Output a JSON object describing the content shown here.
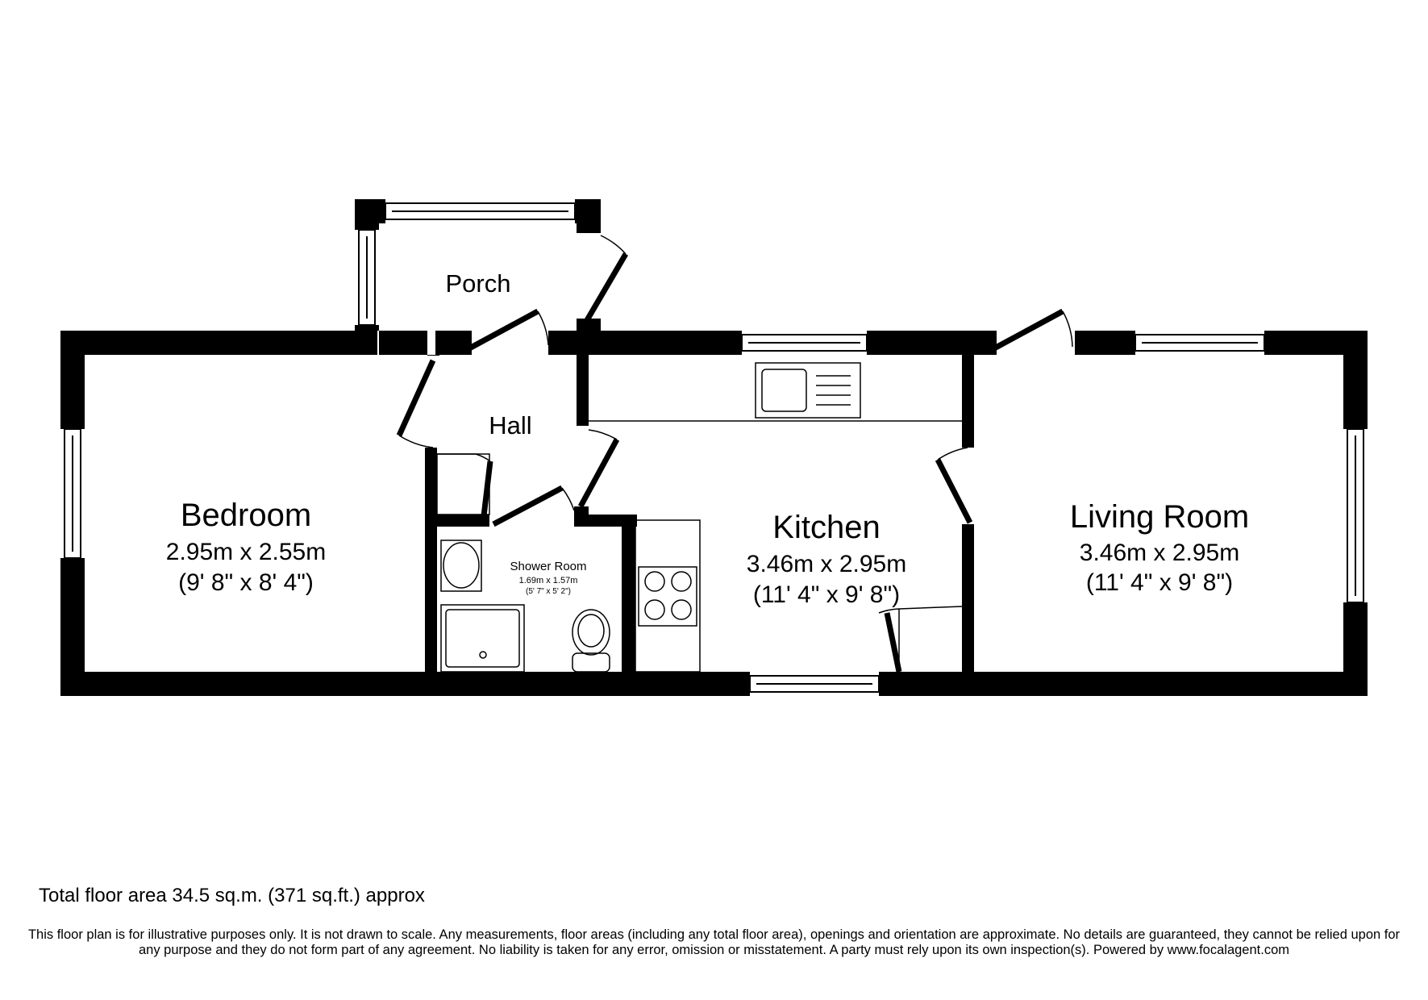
{
  "rooms": {
    "porch": {
      "name": "Porch"
    },
    "hall": {
      "name": "Hall"
    },
    "bedroom": {
      "name": "Bedroom",
      "metric": "2.95m x 2.55m",
      "imperial": "(9' 8\" x 8' 4\")"
    },
    "shower_room": {
      "name": "Shower Room",
      "metric": "1.69m x 1.57m",
      "imperial": "(5' 7\" x 5' 2\")"
    },
    "kitchen": {
      "name": "Kitchen",
      "metric": "3.46m x 2.95m",
      "imperial": "(11' 4\" x 9' 8\")"
    },
    "living_room": {
      "name": "Living Room",
      "metric": "3.46m x 2.95m",
      "imperial": "(11' 4\" x 9' 8\")"
    }
  },
  "footer": {
    "total_area": "Total floor area 34.5 sq.m. (371 sq.ft.) approx",
    "disclaimer": "This floor plan is for illustrative purposes only. It is not drawn to scale. Any measurements, floor areas (including any total floor area), openings and orientation are approximate. No details are guaranteed, they cannot be relied upon for any purpose and they do not form part of any agreement. No liability is taken for any error, omission or misstatement. A party must rely upon its own inspection(s).  Powered by www.focalagent.com"
  },
  "colors": {
    "wall": "#000000",
    "background": "#ffffff"
  }
}
